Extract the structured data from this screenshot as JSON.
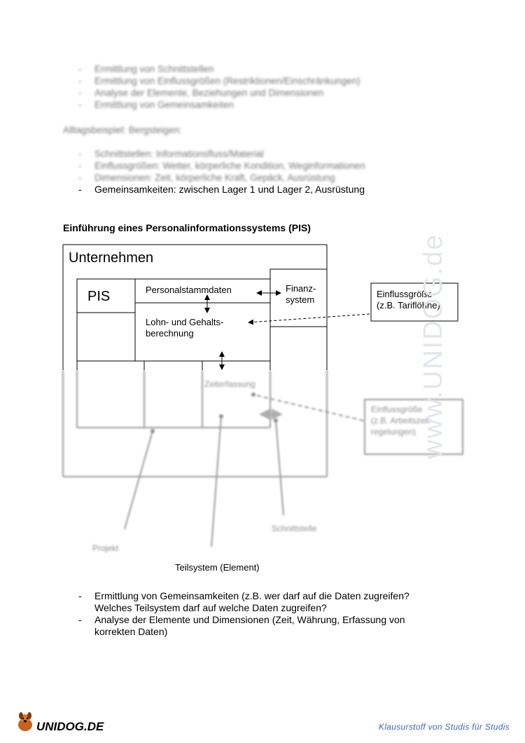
{
  "top_list": [
    "Ermittlung von Schnittstellen",
    "Ermittlung von Einflussgrößen (Restriktionen/Einschränkungen)",
    "Analyse der Elemente, Beziehungen und Dimensionen",
    "Ermittlung von Gemeinsamkeiten"
  ],
  "example_label": "Alltagsbeispiel: Bergsteigen:",
  "example_list_blurred": [
    "Schnittstellen: Informationsfluss/Material",
    "Einflussgrößen: Wetter, körperliche Kondition, Weginformationen",
    "Dimensionen: Zeit, körperliche Kraft, Gepäck, Ausrüstung"
  ],
  "example_list_visible": "Gemeinsamkeiten: zwischen Lager 1 und Lager 2, Ausrüstung",
  "bullet_dash": "-",
  "section_title": "Einführung eines Personalinformationssystems (PIS)",
  "diagram": {
    "company": "Unternehmen",
    "pis": "PIS",
    "master_data": "Personalstammdaten",
    "finance_1": "Finanz-",
    "finance_2": "system",
    "payroll_1": "Lohn- und Gehalts-",
    "payroll_2": "berechnung",
    "time_tracking": "Zeiterfassung",
    "influence_1_line1": "Einflussgröße",
    "influence_1_line2": "(z.B. Tariflöhne)",
    "influence_2_line1": "Einflussgröße",
    "influence_2_line2": "(z.B. Arbeitszeit-",
    "influence_2_line3": "regelungen)",
    "project": "Projekt",
    "interface": "Schnittstelle",
    "subsystem": "Teilsystem (Element)"
  },
  "bottom_list": [
    {
      "line1": "Ermittlung von Gemeinsamkeiten (z.B. wer darf auf die Daten zugreifen?",
      "line2": "Welches Teilsystem darf auf welche Daten zugreifen?"
    },
    {
      "line1": "Analyse der Elemente und Dimensionen (Zeit, Währung, Erfassung von",
      "line2": "korrekten Daten)"
    }
  ],
  "watermark": "www.UNIDOG.de",
  "footer_logo": "UNIDOG.DE",
  "footer_text": "Klausurstoff von Studis für Studis",
  "colors": {
    "footer_blue": "#3f66b5",
    "watermark": "#e2e6ec",
    "logo_orange": "#c8621c"
  }
}
